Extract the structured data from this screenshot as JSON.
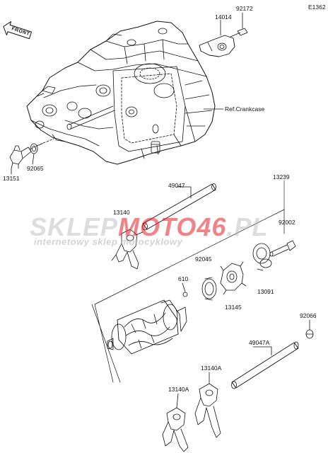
{
  "diagram_id": "E1362",
  "front_label": "FRONT",
  "ref_label": "Ref.Crankcase",
  "watermark": {
    "text_a": "SKLEP",
    "text_b": "MOTO",
    "text_c": "46",
    "text_d": ".PL",
    "subtitle": "internetowy sklep motocyklowy",
    "accent_color": "#e31e24",
    "gray_color": "#b4b4b4"
  },
  "parts": {
    "p92172": "92172",
    "p14014": "14014",
    "p92065": "92065",
    "p13151": "13151",
    "p49047": "49047",
    "p13239": "13239",
    "p13140": "13140",
    "p92002": "92002",
    "p92045": "92045",
    "p610": "610",
    "p13091": "13091",
    "p13145": "13145",
    "p92066": "92066",
    "p49047A": "49047A",
    "p13140A_top": "13140A",
    "p13140A_left": "13140A"
  }
}
